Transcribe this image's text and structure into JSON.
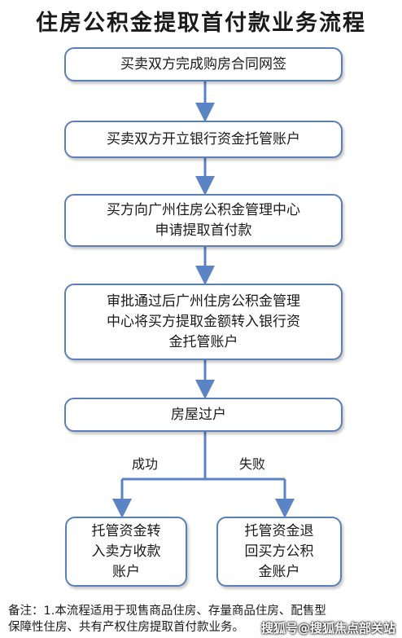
{
  "title": "住房公积金提取首付款业务流程",
  "steps": [
    "买卖双方完成购房合同网签",
    "买卖双方开立银行资金托管账户",
    "买方向广州住房公积金管理中心\n申请提取首付款",
    "审批通过后广州住房公积金管理\n中心将买方提取金额转入银行资\n金托管账户",
    "房屋过户"
  ],
  "branches": {
    "success_label": "成功",
    "fail_label": "失败",
    "success_result": "托管资金转\n入卖方收款\n账户",
    "fail_result": "托管资金退\n回买方公积\n金账户"
  },
  "note": "备注：1.本流程适用于现售商品住房、存量商品住房、配售型\n保障性住房、共有产权住房提取首付款业务。",
  "watermark": "搜狐号@搜狐焦点部关站",
  "colors": {
    "border": "#5b7fb8",
    "connector": "#5b84c4"
  }
}
